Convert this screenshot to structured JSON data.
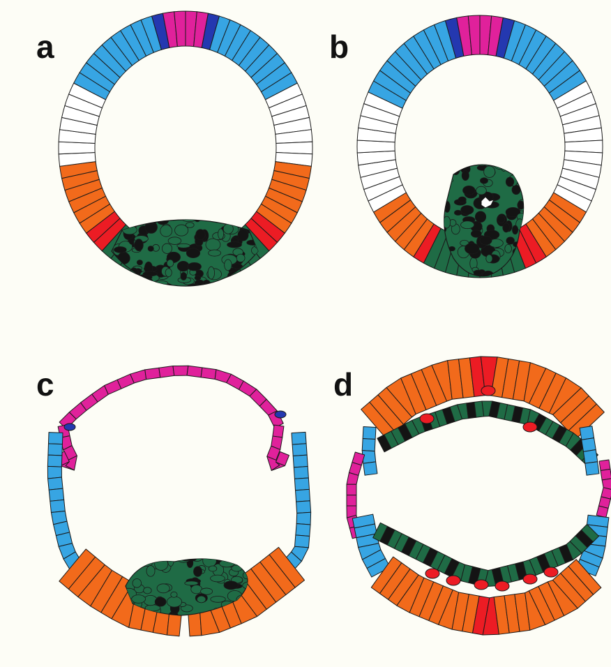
{
  "panels": [
    {
      "id": "a",
      "label": "a"
    },
    {
      "id": "b",
      "label": "b"
    },
    {
      "id": "c",
      "label": "c"
    },
    {
      "id": "d",
      "label": "d"
    }
  ],
  "colors": {
    "magenta": "#e0219b",
    "dark_blue": "#2438b0",
    "light_blue": "#37a5e3",
    "white": "#ffffff",
    "orange": "#f26a1b",
    "red": "#ec1c24",
    "green": "#1f6b45",
    "black": "#141414",
    "outline": "#1a1a1a",
    "background": "#fdfdf6"
  }
}
